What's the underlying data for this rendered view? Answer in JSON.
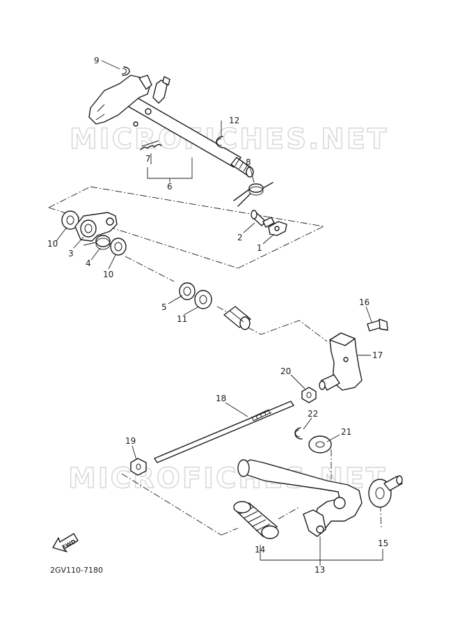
{
  "watermark": "MICROFICHES.NET",
  "diagram_code": "2GV110-7180",
  "fwd_label": "FWD",
  "callouts": [
    {
      "id": "1",
      "label": "1"
    },
    {
      "id": "2",
      "label": "2"
    },
    {
      "id": "3",
      "label": "3"
    },
    {
      "id": "4",
      "label": "4"
    },
    {
      "id": "5",
      "label": "5"
    },
    {
      "id": "6",
      "label": "6"
    },
    {
      "id": "7",
      "label": "7"
    },
    {
      "id": "8",
      "label": "8"
    },
    {
      "id": "9",
      "label": "9"
    },
    {
      "id": "10a",
      "label": "10"
    },
    {
      "id": "10b",
      "label": "10"
    },
    {
      "id": "11",
      "label": "11"
    },
    {
      "id": "12",
      "label": "12"
    },
    {
      "id": "13",
      "label": "13"
    },
    {
      "id": "14",
      "label": "14"
    },
    {
      "id": "15",
      "label": "15"
    },
    {
      "id": "16",
      "label": "16"
    },
    {
      "id": "17",
      "label": "17"
    },
    {
      "id": "18",
      "label": "18"
    },
    {
      "id": "19",
      "label": "19"
    },
    {
      "id": "20",
      "label": "20"
    },
    {
      "id": "21",
      "label": "21"
    },
    {
      "id": "22",
      "label": "22"
    }
  ]
}
